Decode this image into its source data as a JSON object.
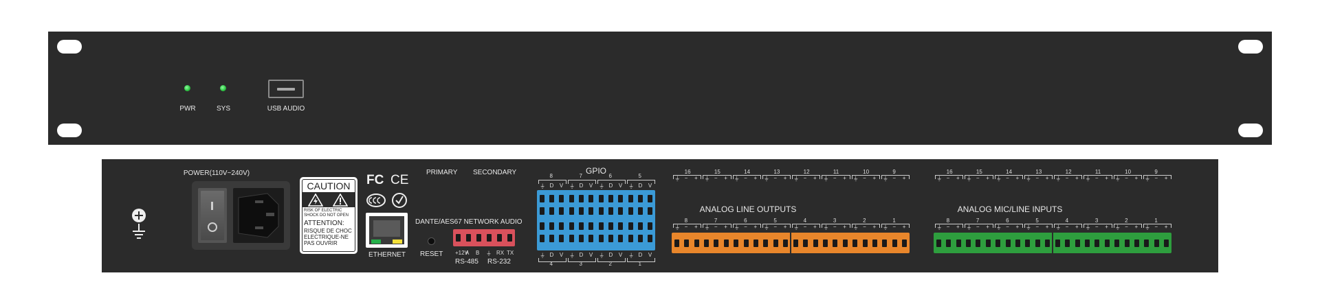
{
  "front": {
    "pwr_label": "PWR",
    "sys_label": "SYS",
    "usb_label": "USB AUDIO"
  },
  "rear": {
    "power_label": "POWER(110V~240V)",
    "caution": {
      "title": "CAUTION",
      "risk_text": "RISK OF ELECTRIC SHOCK DO NOT OPEN",
      "attention_title": "ATTENTION:",
      "attention_text": "RISQUE DE CHOC ELECTRIQUE-NE PAS OUVRIR"
    },
    "certs": {
      "fc": "FC",
      "ce": "CE"
    },
    "ethernet_label": "ETHERNET",
    "primary_label": "PRIMARY",
    "secondary_label": "SECONDARY",
    "dante_label": "DANTE/AES67 NETWORK AUDIO",
    "reset_label": "RESET",
    "serial_pins": [
      "+12V",
      "A",
      "B",
      "⏚",
      "RX",
      "TX"
    ],
    "rs485_label": "RS-485",
    "rs232_label": "RS-232",
    "gpio_label": "GPIO",
    "gpio_top_numbers": [
      "8",
      "7",
      "6",
      "5"
    ],
    "gpio_bottom_numbers": [
      "4",
      "3",
      "2",
      "1"
    ],
    "gpio_pin_letters": [
      "⏚",
      "D",
      "V"
    ],
    "outputs_label": "ANALOG LINE OUTPUTS",
    "inputs_label": "ANALOG MIC/LINE INPUTS",
    "upper_channels": [
      "16",
      "15",
      "14",
      "13",
      "12",
      "11",
      "10",
      "9"
    ],
    "lower_channels": [
      "8",
      "7",
      "6",
      "5",
      "4",
      "3",
      "2",
      "1"
    ],
    "channel_marks": [
      "⏚",
      "−",
      "+"
    ]
  },
  "colors": {
    "panel": "#2b2b2b",
    "gpio": "#3b9ad6",
    "outputs": "#e8862b",
    "inputs": "#2e9e3e",
    "serial": "#d9515c",
    "led": "#29c23f"
  }
}
